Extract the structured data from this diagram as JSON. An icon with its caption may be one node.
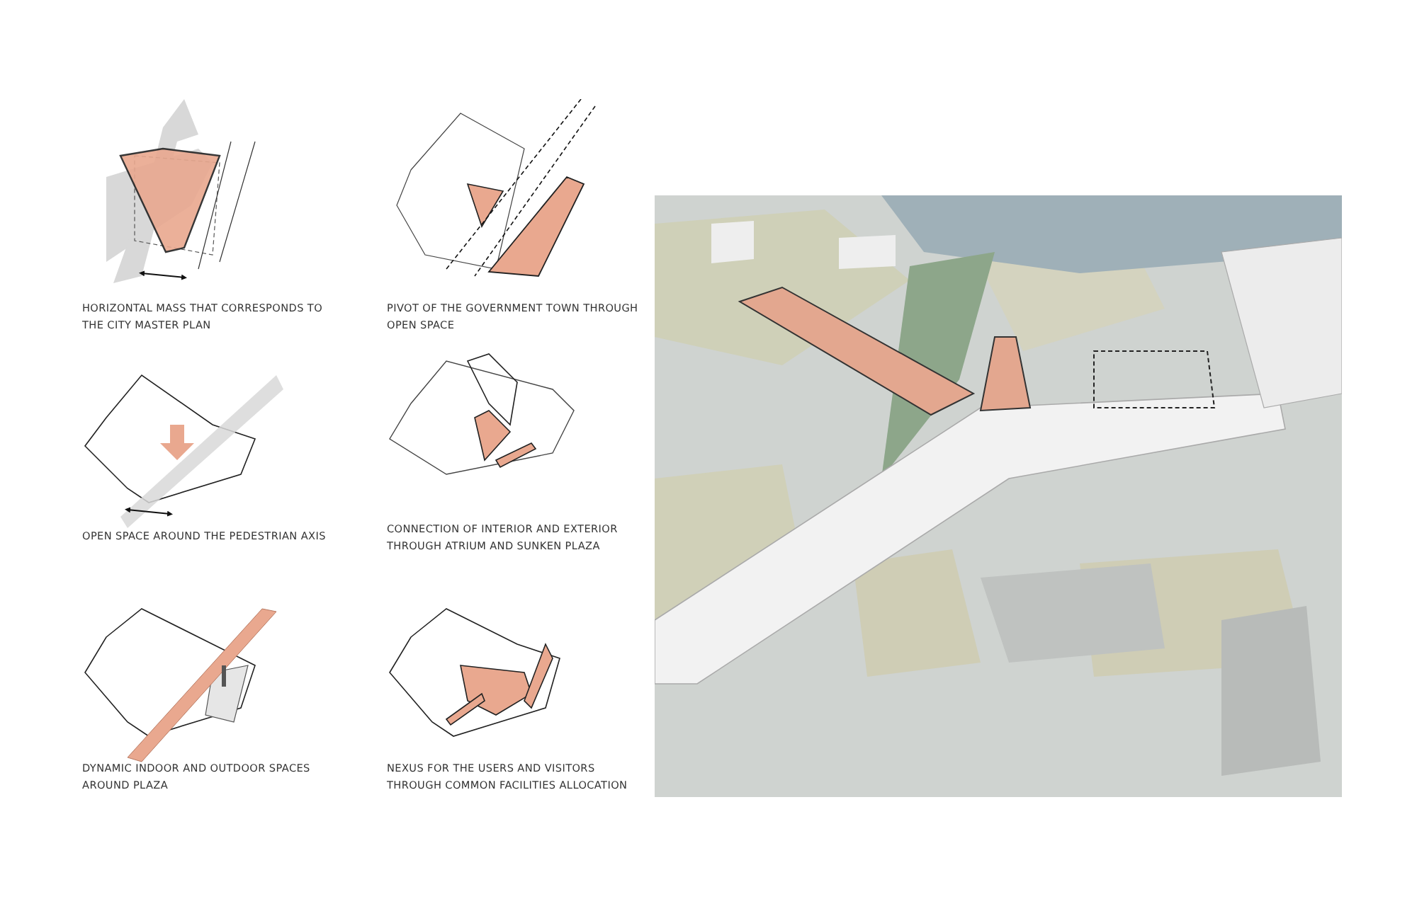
{
  "diagram": {
    "labels": [
      "HORIZONTAL MASS THAT CORRESPONDS TO THE CITY MASTER PLAN",
      "PIVOT OF THE GOVERNMENT TOWN THROUGH OPEN SPACE",
      "OPEN SPACE AROUND THE PEDESTRIAN AXIS",
      "CONNECTION OF INTERIOR AND EXTERIOR THROUGH ATRIUM AND SUNKEN PLAZA",
      "DYNAMIC INDOOR AND OUTDOOR SPACES AROUND PLAZA",
      "NEXUS FOR THE USERS AND VISITORS THROUGH COMMON FACILITIES ALLOCATION"
    ]
  }
}
